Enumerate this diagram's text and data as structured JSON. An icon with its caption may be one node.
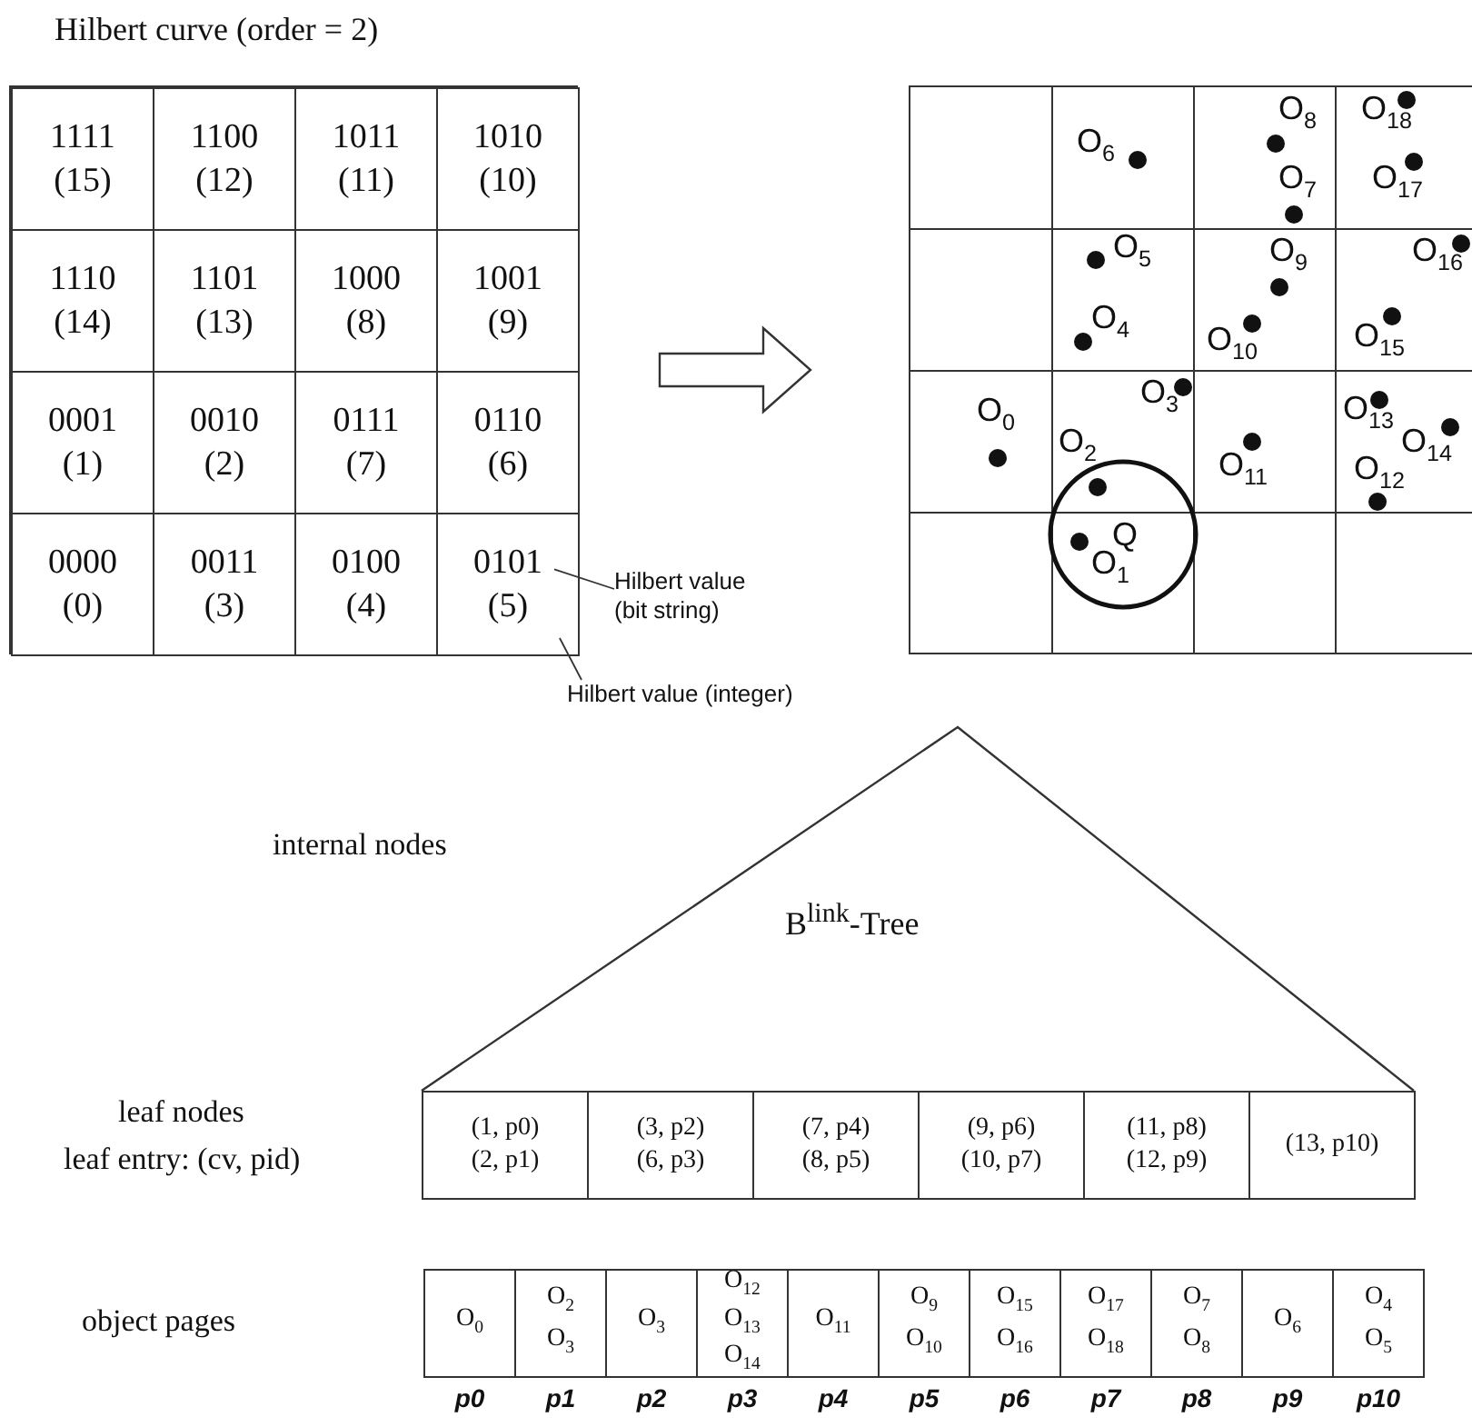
{
  "diagram": {
    "title": "Hilbert curve (order = 2)",
    "nodes": [
      {
        "text": [],
        "shape": "box"
      },
      {
        "text": [
          "1111",
          "(15)"
        ],
        "in": 0
      },
      {
        "text": [
          "1100",
          "(12)"
        ],
        "in": 0
      },
      {
        "text": [
          "1011",
          "(11)"
        ],
        "in": 0
      },
      {
        "text": [
          "1010",
          "(10)"
        ],
        "in": 0
      },
      {
        "text": [
          "1110",
          "(14)"
        ],
        "in": 0
      },
      {
        "text": [
          "1101",
          "(13)"
        ],
        "in": 0
      },
      {
        "text": [
          "1000",
          "(8)"
        ],
        "in": 0
      },
      {
        "text": [
          "1001",
          "(9)"
        ],
        "in": 0
      },
      {
        "text": [
          "0001",
          "(1)"
        ],
        "in": 0
      },
      {
        "text": [
          "0010",
          "(2)"
        ],
        "in": 0
      },
      {
        "text": [
          "0111",
          "(7)"
        ],
        "in": 0
      },
      {
        "text": [
          "0110",
          "(6)"
        ],
        "in": 0
      },
      {
        "text": [
          "0000",
          "(0)"
        ],
        "in": 0
      },
      {
        "text": [
          "0011",
          "(3)"
        ],
        "in": 0
      },
      {
        "text": [
          "0100",
          "(4)"
        ],
        "in": 0
      },
      {
        "text": [
          "0101",
          "(5)"
        ],
        "in": 0
      },
      {
        "text": [
          "Hilbert value (bit string)"
        ]
      },
      {
        "text": [
          "Hilbert value (integer)"
        ]
      },
      {
        "text": [],
        "shape": "box"
      },
      {
        "text": [
          "B$^{link}$-Tree"
        ]
      },
      {
        "text": [
          "(1, p0)",
          "(2, p1)"
        ]
      },
      {
        "text": [
          "(3, p2)",
          "(6, p3)"
        ]
      },
      {
        "text": [
          "(7, p4)",
          "(8, p5)"
        ]
      },
      {
        "text": [
          "(9, p6)",
          "(10, p7)"
        ]
      },
      {
        "text": [
          "(11, p8)",
          "(12, p9)"
        ]
      },
      {
        "text": [
          "(13, p10)"
        ]
      },
      {
        "text": [
          "O$_{0}$"
        ],
        "beside": [
          "p0"
        ]
      },
      {
        "text": [
          "O$_{2}$",
          "O$_{3}$"
        ],
        "beside": [
          "p1"
        ]
      },
      {
        "text": [
          "O$_{3}$"
        ],
        "beside": [
          "p2"
        ]
      },
      {
        "text": [
          "O$_{12}$",
          "O$_{13}$",
          "O$_{14}$"
        ],
        "beside": [
          "p3"
        ]
      },
      {
        "text": [
          "O$_{11}$"
        ],
        "beside": [
          "p4"
        ]
      },
      {
        "text": [
          "O$_{9}$",
          "O$_{10}$"
        ],
        "beside": [
          "p5"
        ]
      },
      {
        "text": [
          "O$_{15}$",
          "O$_{16}$"
        ],
        "beside": [
          "p6"
        ]
      },
      {
        "text": [
          "O$_{17}$",
          "O$_{18}$"
        ],
        "beside": [
          "p7"
        ]
      },
      {
        "text": [
          "O$_{7}$",
          "O$_{8}$"
        ],
        "beside": [
          "p8"
        ]
      },
      {
        "text": [
          "O$_{6}$"
        ],
        "beside": [
          "p9"
        ]
      },
      {
        "text": [
          "O$_{4}$",
          "O$_{5}$"
        ],
        "beside": [
          "p10"
        ]
      }
    ],
    "edges": [
      {
        "from": 0,
        "to": 19,
        "arrow": "to"
      },
      {
        "from": 17,
        "to": 16,
        "arrow": "none"
      },
      {
        "from": 18,
        "to": 16,
        "arrow": "none"
      }
    ],
    "labels": [
      "O$_{6}$",
      "O$_{8}$",
      "O$_{18}$",
      "O$_{7}$",
      "O$_{17}$",
      "O$_{5}$",
      "O$_{9}$",
      "O$_{16}$",
      "O$_{4}$",
      "O$_{10}$",
      "O$_{15}$",
      "O$_{0}$",
      "O$_{2}$",
      "O$_{3}$",
      "O$_{11}$",
      "O$_{13}$",
      "O$_{12}$",
      "O$_{14}$",
      "Q",
      "O$_{1}$",
      "internal nodes",
      "leaf nodes",
      "leaf entry: (cv, pid)",
      "object pages"
    ]
  }
}
